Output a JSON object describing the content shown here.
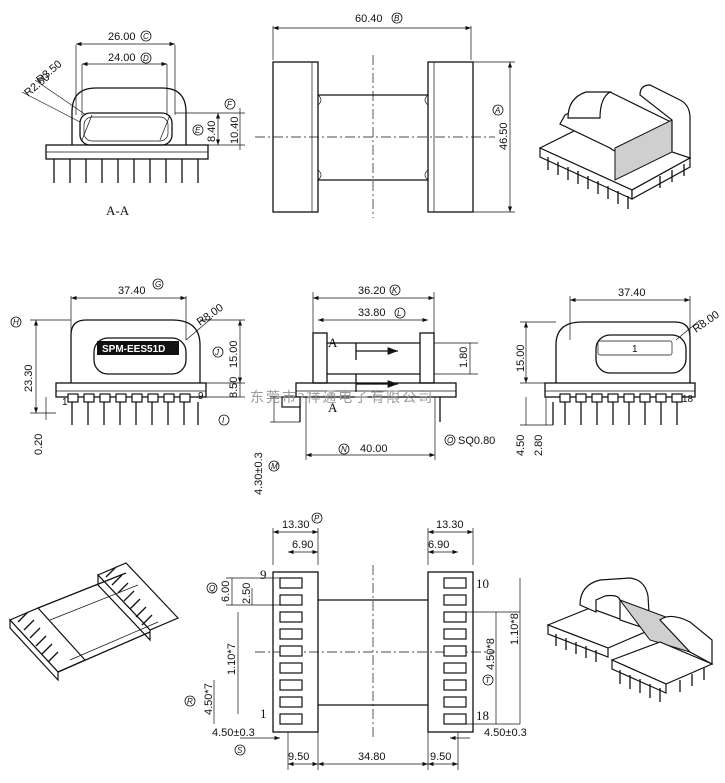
{
  "section_label": "A-A",
  "part_label": "SPM-EES51D",
  "pin_mark": "1",
  "watermark": "东莞市?祥通电子有限公司",
  "dims": {
    "d2600": "26.00",
    "d2400": "24.00",
    "r350": "R3.50",
    "r250": "R2.50",
    "d840": "8.40",
    "d1040": "10.40",
    "d6040": "60.40",
    "d4650": "46.50",
    "d3740a": "37.40",
    "r800a": "R8.00",
    "d2330": "23.30",
    "d1500a": "15.00",
    "d850": "8.50",
    "d020": "0.20",
    "d3620": "36.20",
    "d3380": "33.80",
    "d180": "1.80",
    "sq080": "SQ0.80",
    "d4000": "40.00",
    "d430": "4.30±0.3",
    "a_top": "A",
    "a_bot": "A",
    "d3740b": "37.40",
    "r800b": "R8.00",
    "d1500b": "15.00",
    "d450a": "4.50",
    "d280": "2.80",
    "d1330a": "13.30",
    "d690a": "6.90",
    "d1330b": "13.30",
    "d690b": "6.90",
    "d600": "6.00",
    "d250": "2.50",
    "d110x7": "1.10*7",
    "d450x7": "4.50*7",
    "d450b": "4.50±0.3",
    "d950a": "9.50",
    "d3480": "34.80",
    "d950b": "9.50",
    "d450x8": "4.50*8",
    "d110x8": "1.10*8",
    "d450c": "4.50±0.3",
    "pin9": "9",
    "pin1": "1",
    "pin10": "10",
    "pin18": "18",
    "pin9b": "9",
    "pin1b": "1",
    "pin18b": "18"
  },
  "markers": {
    "C": "C",
    "D": "D",
    "E": "E",
    "F": "F",
    "B": "B",
    "A": "A",
    "G": "G",
    "H": "H",
    "I": "I",
    "J": "J",
    "K": "K",
    "L": "L",
    "M": "M",
    "N": "N",
    "O": "O",
    "P": "P",
    "Q": "Q",
    "R": "R",
    "S": "S",
    "T": "T"
  }
}
